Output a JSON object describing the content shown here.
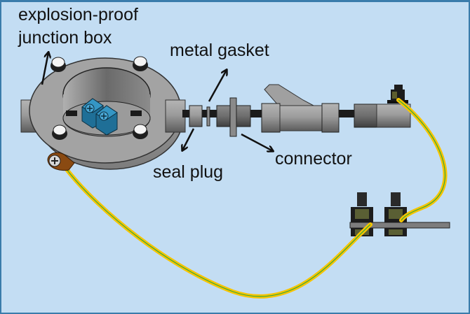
{
  "diagram": {
    "title": "Explosion-proof junction box grounding assembly",
    "labels": {
      "junction_box_line1": "explosion-proof",
      "junction_box_line2": "junction box",
      "metal_gasket": "metal gasket",
      "seal_plug": "seal plug",
      "connector": "connector"
    },
    "colors": {
      "background": "#c3ddf3",
      "border": "#3a7cab",
      "metal_gray": "#9a9a9a",
      "terminal_blue": "#2f86b0",
      "ground_wire_yellow": "#f5c400",
      "ground_wire_green": "#3aa83a",
      "lug_brown": "#8a4a12"
    },
    "components": [
      {
        "id": "junction-box",
        "name": "explosion-proof junction box"
      },
      {
        "id": "terminal-blocks",
        "name": "terminal blocks",
        "count": 2
      },
      {
        "id": "seal-plug",
        "name": "seal plug"
      },
      {
        "id": "metal-gasket",
        "name": "metal gasket"
      },
      {
        "id": "connector",
        "name": "connector"
      },
      {
        "id": "y-fitting",
        "name": "y-fitting"
      },
      {
        "id": "threaded-coupling",
        "name": "threaded coupling"
      },
      {
        "id": "ground-lug",
        "name": "ground lug"
      },
      {
        "id": "ground-wire",
        "name": "ground wire (yellow-green)"
      },
      {
        "id": "ground-bar",
        "name": "grounding bar with bolts",
        "bolts": 2
      }
    ]
  }
}
